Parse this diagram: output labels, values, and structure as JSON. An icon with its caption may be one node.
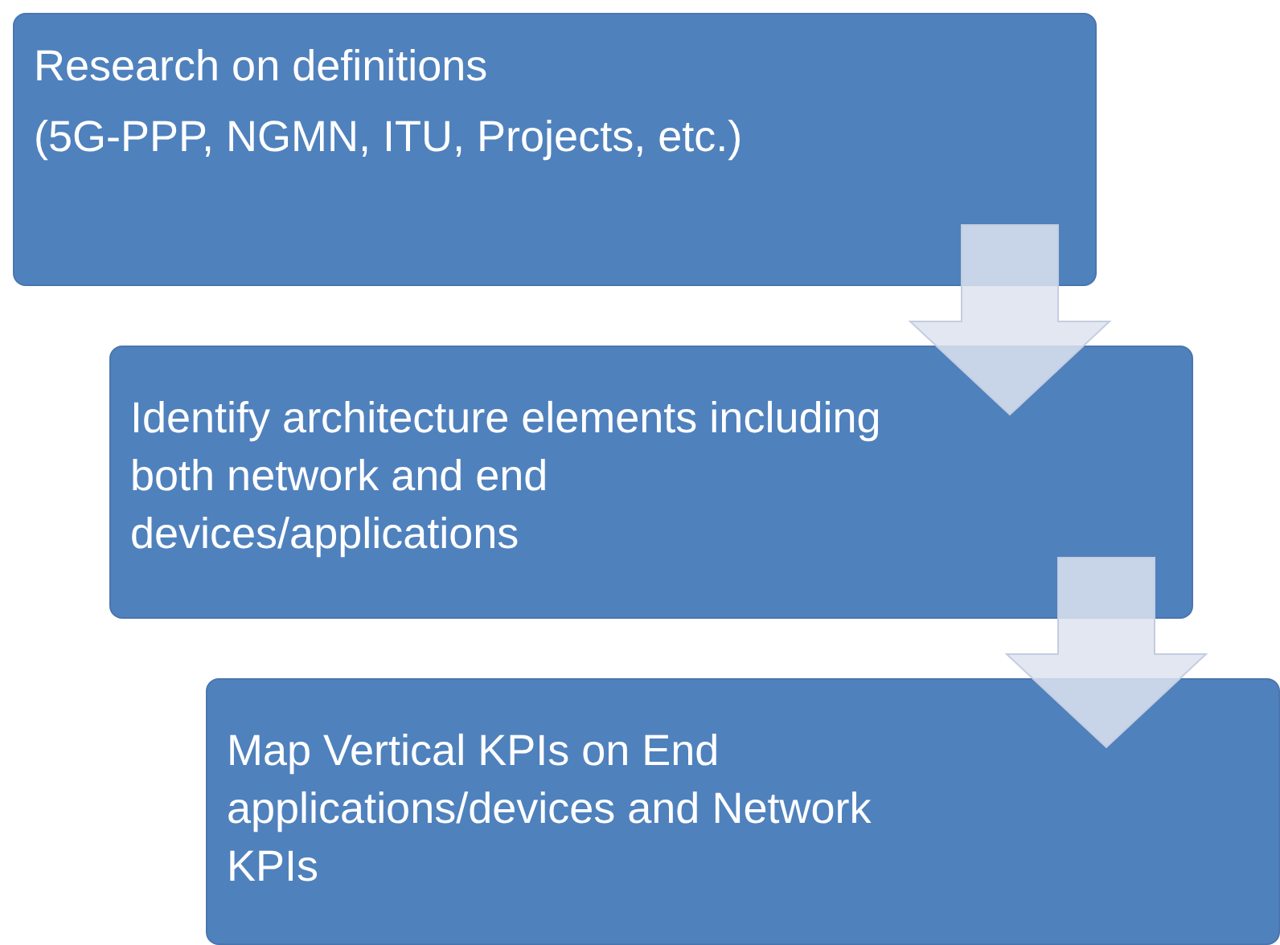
{
  "diagram": {
    "nodes": [
      {
        "text": [
          "Research on definitions",
          "(5G-PPP, NGMN, ITU, Projects, etc.)"
        ]
      },
      {
        "text": [
          "Identify architecture elements including both network and end devices/applications"
        ]
      },
      {
        "text": [
          "Map Vertical KPIs on End applications/devices and Network KPIs"
        ]
      }
    ],
    "edges": [
      {
        "from": 0,
        "to": 1,
        "arrow": "to"
      },
      {
        "from": 1,
        "to": 2,
        "arrow": "to"
      }
    ]
  }
}
